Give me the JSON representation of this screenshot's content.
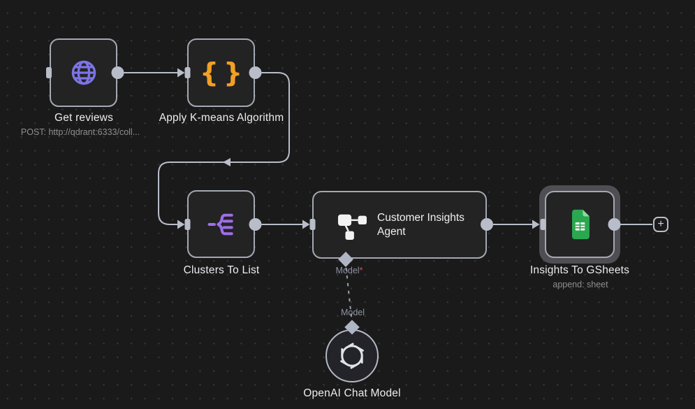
{
  "workflow": {
    "nodes": {
      "get_reviews": {
        "title": "Get reviews",
        "subtitle": "POST: http://qdrant:6333/coll..."
      },
      "kmeans": {
        "title": "Apply K-means Algorithm",
        "icon_glyph": "{}"
      },
      "clusters": {
        "title": "Clusters To List"
      },
      "agent": {
        "title": "Customer Insights Agent",
        "model_port_label": "Model",
        "required_marker": "*"
      },
      "gsheets": {
        "title": "Insights To GSheets",
        "subtitle": "append: sheet"
      },
      "openai": {
        "title": "OpenAI Chat Model",
        "port_label": "Model"
      }
    },
    "add_button_glyph": "+",
    "colors": {
      "http_icon": "#7d74e8",
      "code_icon": "#f2a024",
      "splitout_icon": "#9e6fe8",
      "sheets_icon": "#2aa84f",
      "required_marker": "#e5484d",
      "connector": "#b8bdc9",
      "canvas_bg": "#1a1a1a",
      "node_bg": "#232323"
    }
  }
}
